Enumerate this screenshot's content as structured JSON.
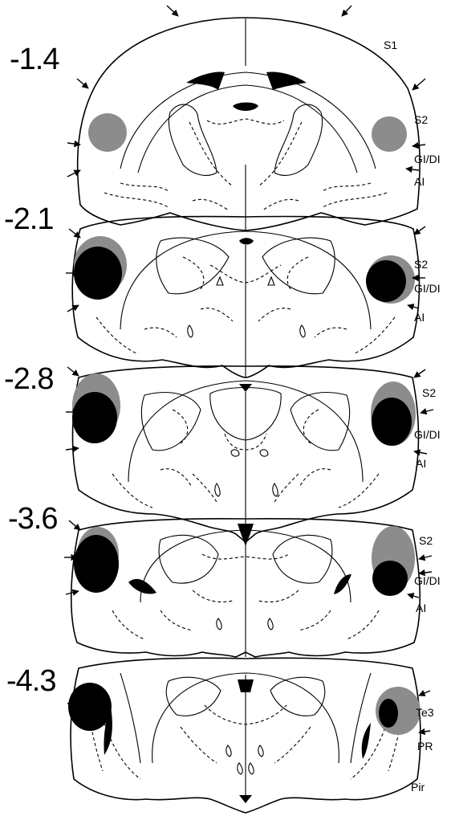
{
  "sections": [
    {
      "coordinate": "-1.4",
      "right_labels": [
        "S1",
        "S2",
        "GI/DI",
        "AI"
      ]
    },
    {
      "coordinate": "-2.1",
      "right_labels": [
        "S2",
        "GI/DI",
        "AI"
      ]
    },
    {
      "coordinate": "-2.8",
      "right_labels": [
        "S2",
        "GI/DI",
        "AI"
      ]
    },
    {
      "coordinate": "-3.6",
      "right_labels": [
        "S2",
        "GI/DI",
        "AI"
      ]
    },
    {
      "coordinate": "-4.3",
      "right_labels": [
        "Te3",
        "PR",
        "Pir"
      ]
    }
  ],
  "legend_colors": {
    "lesion_extent_max": "#8c8c8c",
    "lesion_extent_min": "#000000"
  }
}
